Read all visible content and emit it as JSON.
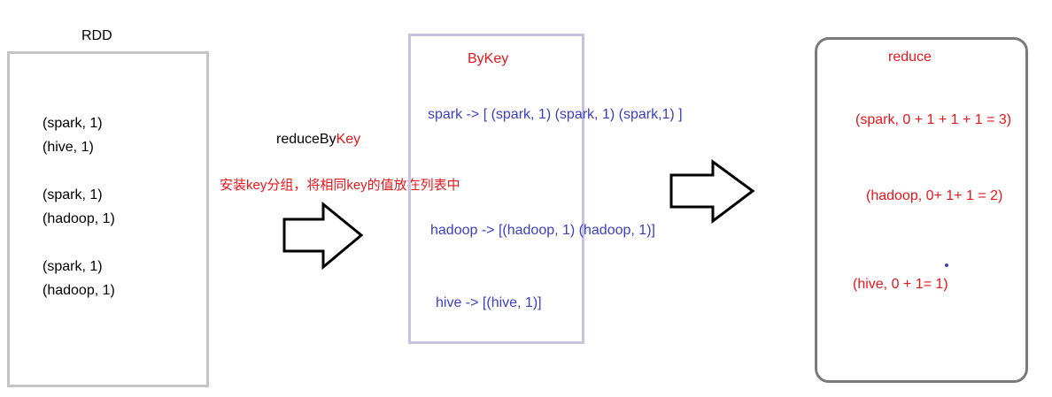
{
  "rdd": {
    "title": "RDD",
    "lines": [
      "(spark, 1)",
      "(hive, 1)",
      "(spark, 1)",
      "(hadoop, 1)",
      "(spark, 1)",
      "(hadoop, 1)"
    ]
  },
  "middle": {
    "label_prefix": "reduceBy",
    "label_suffix": "Key",
    "description": "安装key分组，将相同key的值放在列表中"
  },
  "bykey": {
    "title": "ByKey",
    "lines": [
      "spark -> [ (spark, 1)  (spark, 1)  (spark,1)   ]",
      "hadoop -> [(hadoop, 1)   (hadoop, 1)]",
      "hive -> [(hive, 1)]"
    ]
  },
  "reduce": {
    "title": "reduce",
    "lines": [
      "(spark, 0 + 1 + 1 + 1 = 3)",
      "(hadoop, 0+ 1+ 1 = 2)",
      "(hive, 0 + 1= 1)"
    ]
  },
  "colors": {
    "red_text": "#e8151b",
    "blue_text": "#3b3fc0",
    "rdd_border": "#c4c4c4",
    "bykey_border": "#c5c3e0",
    "reduce_border": "#7a7a7a"
  }
}
